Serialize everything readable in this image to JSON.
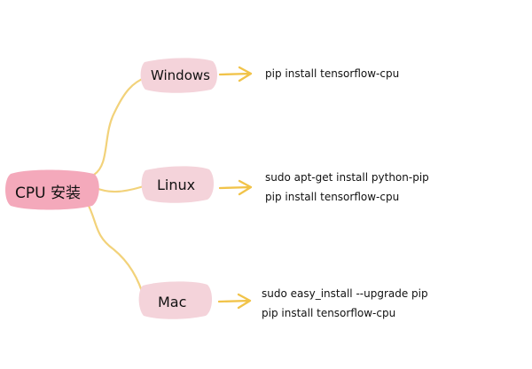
{
  "colors": {
    "root_fill": "#f4a9bb",
    "branch_fill": "#f4d3da",
    "connector": "#f2d27a",
    "arrow": "#f1c349",
    "text": "#111111"
  },
  "root": {
    "label": "CPU 安装"
  },
  "branches": [
    {
      "label": "Windows",
      "commands": [
        "pip install tensorflow-cpu"
      ]
    },
    {
      "label": "Linux",
      "commands": [
        "sudo apt-get install python-pip",
        "pip install tensorflow-cpu"
      ]
    },
    {
      "label": "Mac",
      "commands": [
        "sudo easy_install --upgrade pip",
        "pip install tensorflow-cpu"
      ]
    }
  ]
}
